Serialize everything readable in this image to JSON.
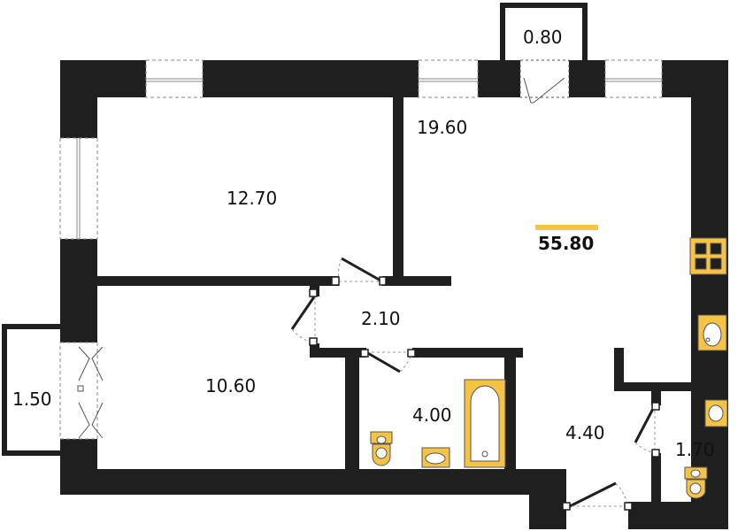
{
  "plan": {
    "total_area": "55.80",
    "rooms": [
      {
        "id": "balcony-top",
        "area": "0.80"
      },
      {
        "id": "living-kitchen",
        "area": "19.60"
      },
      {
        "id": "bedroom-1",
        "area": "12.70"
      },
      {
        "id": "hallway",
        "area": "2.10"
      },
      {
        "id": "loggia-left",
        "area": "1.50"
      },
      {
        "id": "bedroom-2",
        "area": "10.60"
      },
      {
        "id": "bathroom",
        "area": "4.00"
      },
      {
        "id": "corridor",
        "area": "4.40"
      },
      {
        "id": "wc",
        "area": "1.70"
      }
    ]
  },
  "colors": {
    "wall": "#1f1f1f",
    "fixture": "#f6c345",
    "fixture_outline": "#555555",
    "accent_bar": "#f6c345",
    "background": "#ffffff"
  }
}
